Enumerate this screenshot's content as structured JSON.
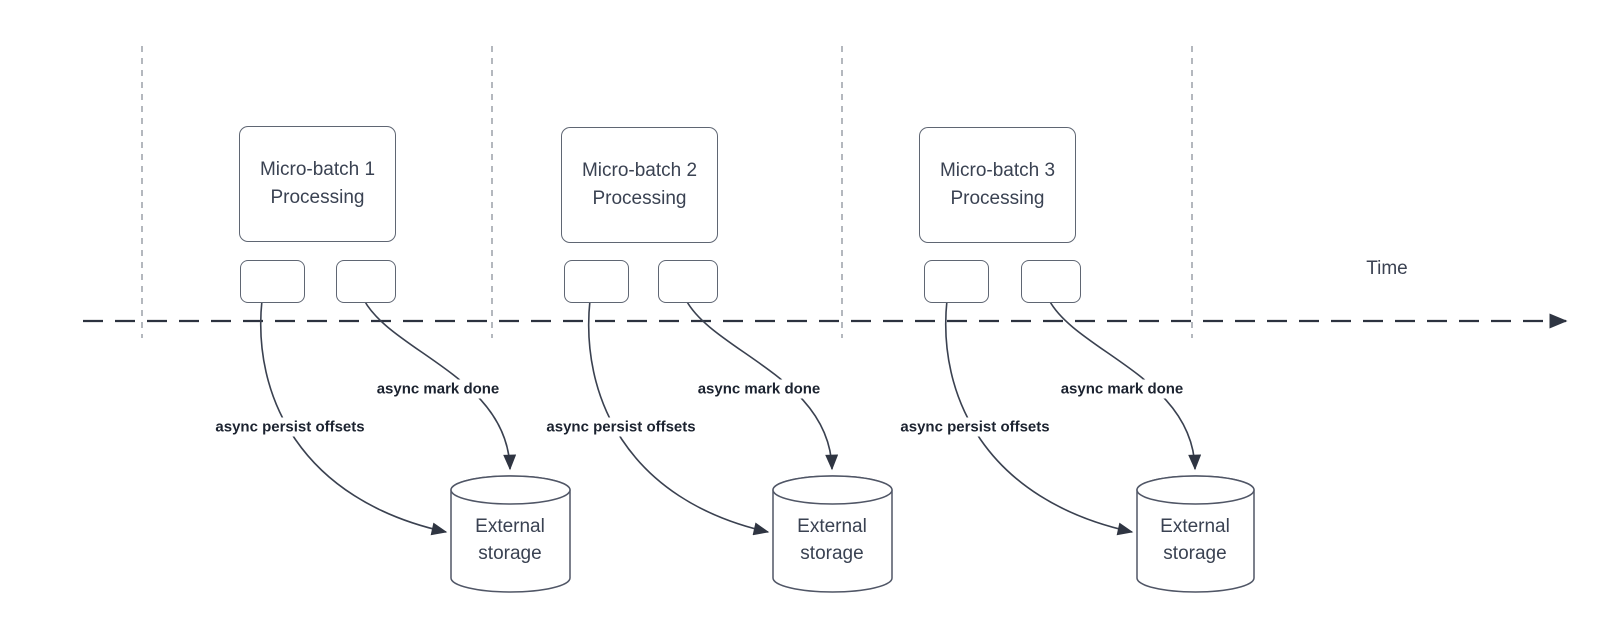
{
  "diagram": {
    "axis": {
      "label": "Time"
    },
    "groups": [
      {
        "title": "Micro-batch 1\nProcessing",
        "persist_label": "async persist offsets",
        "done_label": "async mark done",
        "storage_label": "External\nstorage"
      },
      {
        "title": "Micro-batch 2\nProcessing",
        "persist_label": "async persist offsets",
        "done_label": "async mark done",
        "storage_label": "External\nstorage"
      },
      {
        "title": "Micro-batch 3\nProcessing",
        "persist_label": "async persist offsets",
        "done_label": "async mark done",
        "storage_label": "External\nstorage"
      }
    ],
    "colors": {
      "axis": "#2c323f",
      "divider": "#9ca1a8",
      "arrow": "#3a4150",
      "shape_border": "#5f6673",
      "text": "#3a4252",
      "label_text": "#1c2330"
    }
  }
}
